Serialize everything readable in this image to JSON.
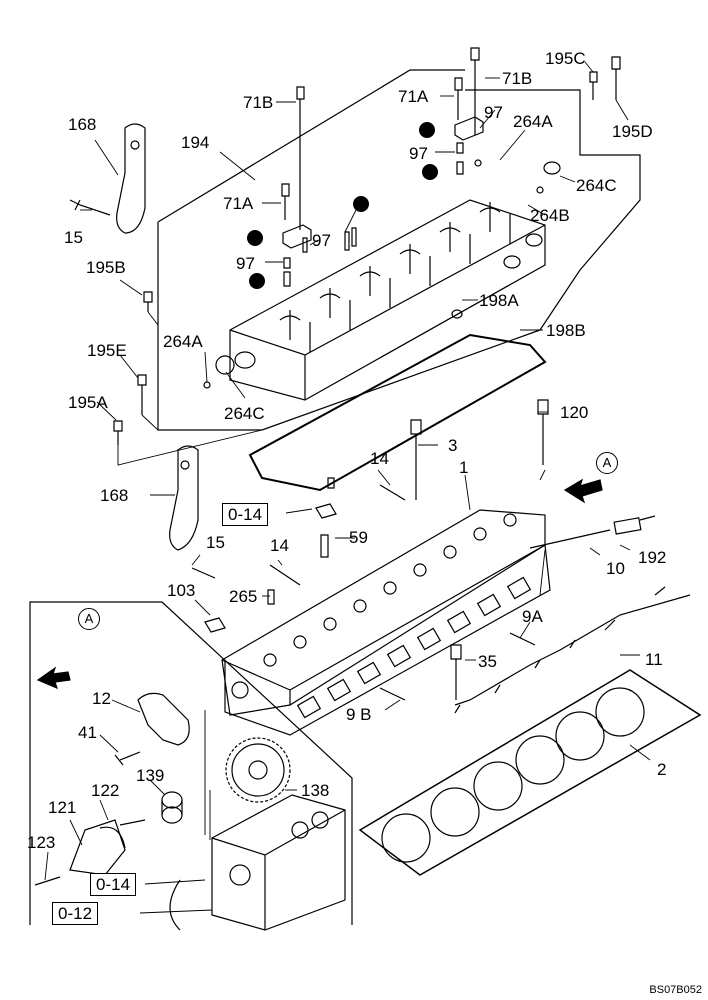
{
  "labels": {
    "p168a": "168",
    "p194": "194",
    "p71b_l": "71B",
    "p71a_t": "71A",
    "p71b_r": "71B",
    "p195c": "195C",
    "p97a": "97",
    "p264a_r": "264A",
    "p195d": "195D",
    "p97b": "97",
    "p264c_r": "264C",
    "p15a": "15",
    "p71a_l": "71A",
    "p97c": "97",
    "p264b": "264B",
    "p97d": "97",
    "p195b": "195B",
    "p198a": "198A",
    "p198b": "198B",
    "p264a_l": "264A",
    "p195e": "195E",
    "p195a": "195A",
    "p264c_l": "264C",
    "p120": "120",
    "p3": "3",
    "p14a": "14",
    "p1": "1",
    "p168b": "168",
    "p59": "59",
    "p15b": "15",
    "p14b": "14",
    "p10": "10",
    "p192": "192",
    "p103": "103",
    "p265": "265",
    "p9a": "9A",
    "p35": "35",
    "p11": "11",
    "p9b": "9 B",
    "p12": "12",
    "p41": "41",
    "p139": "139",
    "p138": "138",
    "p122": "122",
    "p121": "121",
    "p123": "123",
    "p2": "2"
  },
  "ref_boxes": {
    "ref1": "0-14",
    "ref2": "0-14",
    "ref3": "0-12"
  },
  "view_marker": "A",
  "drawing_code": "BS07B052",
  "colors": {
    "line": "#000000",
    "background": "#ffffff",
    "bullet": "#000000"
  }
}
